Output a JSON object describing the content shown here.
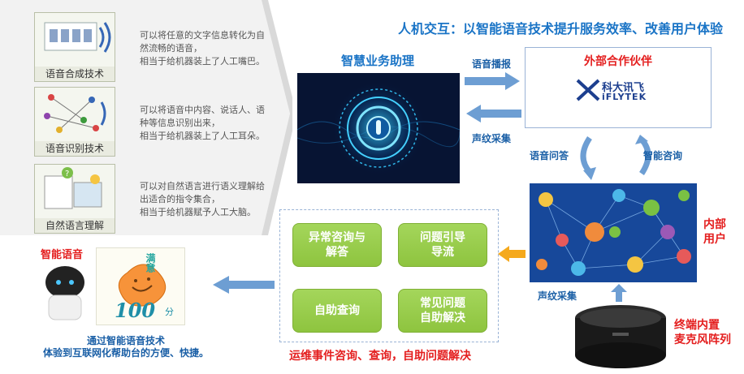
{
  "header": {
    "title": "人机交互：以智能语音技术提升服务效率、改善用户体验"
  },
  "left": {
    "items": [
      {
        "caption": "语音合成技术",
        "desc": "可以将任意的文字信息转化为自\n然流畅的语音，\n相当于给机器装上了人工嘴巴。"
      },
      {
        "caption": "语音识别技术",
        "desc": "可以将语音中内容、说话人、语\n种等信息识别出来，\n相当于给机器装上了人工耳朵。"
      },
      {
        "caption": "自然语言理解",
        "desc": "可以对自然语言进行语义理解给\n出适合的指令集合，\n相当于给机器赋予人工大脑。"
      }
    ],
    "speaker_label": "智能语音",
    "badge_text": "满意",
    "badge_score": "100",
    "badge_unit": "分",
    "bottom_caption": "通过智能语音技术\n体验到互联网化帮助台的方便、快捷。"
  },
  "center": {
    "assistant_title": "智慧业务助理",
    "arrow_broadcast": "语音播报",
    "arrow_collect": "声纹采集",
    "boxes": [
      {
        "label": "异常咨询与\n解答"
      },
      {
        "label": "问题引导\n导流"
      },
      {
        "label": "自助查询"
      },
      {
        "label": "常见问题\n自助解决"
      }
    ],
    "bottom_caption": "运维事件咨询、查询，自助问题解决"
  },
  "right": {
    "partner_title": "外部合作伙伴",
    "logo_cn": "科大讯飞",
    "logo_en": "iFLYTEK",
    "label_voice_qa": "语音问答",
    "label_smart_consult": "智能咨询",
    "inner_users": "内部\n用户",
    "collect_label": "声纹采集",
    "mic_label": "终端内置\n麦克风阵列"
  },
  "colors": {
    "accent_blue": "#1a74c6",
    "red": "#e41e1e",
    "green": "#8ec43f",
    "arrow_blue": "#6d9ed3",
    "orange": "#f5a91d"
  }
}
